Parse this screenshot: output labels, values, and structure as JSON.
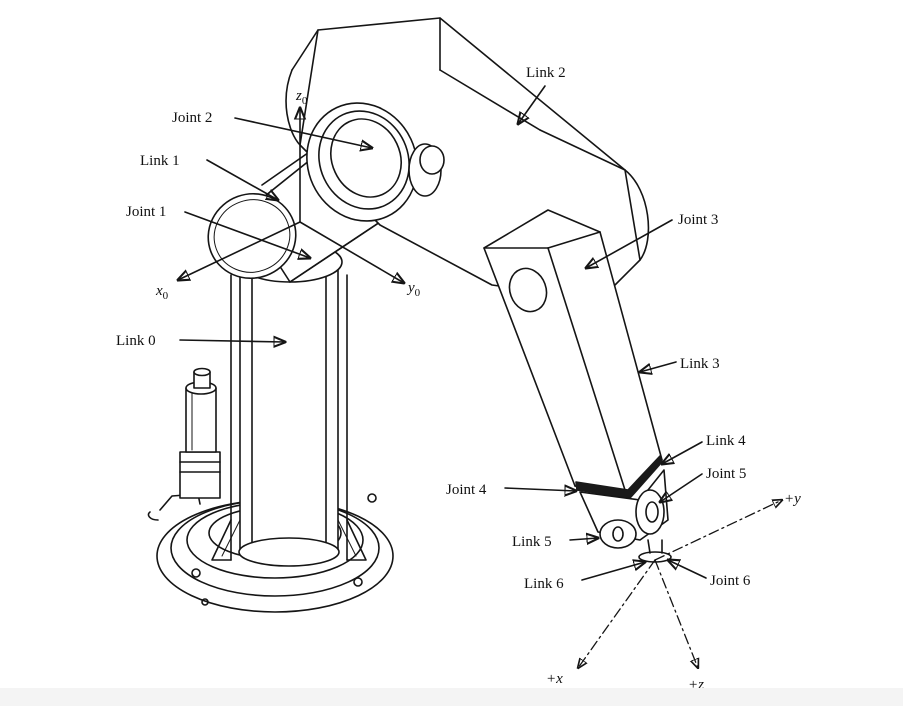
{
  "labels": {
    "link0": "Link 0",
    "link1": "Link 1",
    "link2": "Link 2",
    "link3": "Link 3",
    "link4": "Link 4",
    "link5": "Link 5",
    "link6": "Link 6",
    "joint1": "Joint 1",
    "joint2": "Joint 2",
    "joint3": "Joint 3",
    "joint4": "Joint 4",
    "joint5": "Joint 5",
    "joint6": "Joint 6"
  },
  "base_frame": {
    "x_axis": "x",
    "y_axis": "y",
    "z_axis": "z",
    "subscript": "0"
  },
  "tool_frame": {
    "x_axis": "+x",
    "y_axis": "+y",
    "z_axis": "+z"
  },
  "colors": {
    "ink": "#151515",
    "paper": "#ffffff"
  }
}
